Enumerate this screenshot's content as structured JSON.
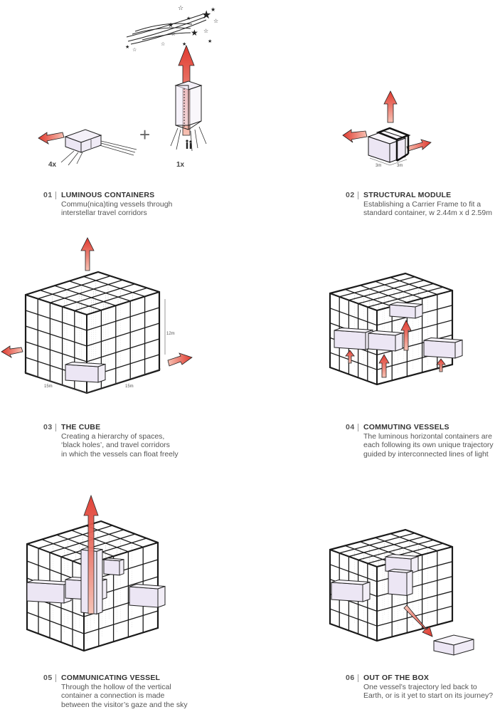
{
  "panels": [
    {
      "num": "01",
      "title": "LUMINOUS CONTAINERS",
      "desc_lines": [
        "Commu(nica)ting vessels through",
        "interstellar travel corridors"
      ]
    },
    {
      "num": "02",
      "title": "STRUCTURAL MODULE",
      "desc_lines": [
        "Establishing a Carrier Frame to fit a",
        "standard container, w 2.44m x d 2.59m"
      ]
    },
    {
      "num": "03",
      "title": "THE CUBE",
      "desc_lines": [
        "Creating a hierarchy of spaces,",
        "‘black holes’, and travel corridors",
        "in which the vessels can float freely"
      ]
    },
    {
      "num": "04",
      "title": "COMMUTING VESSELS",
      "desc_lines": [
        "The luminous horizontal containers are",
        "each following its own unique trajectory",
        "guided by interconnected lines of light"
      ]
    },
    {
      "num": "05",
      "title": "COMMUNICATING VESSEL",
      "desc_lines": [
        "Through the hollow of the vertical",
        "container a connection is made",
        "between the visitor’s gaze and the sky"
      ]
    },
    {
      "num": "06",
      "title": "OUT OF THE BOX",
      "desc_lines": [
        "One vessel’s trajectory led back to",
        "Earth, or is it yet to start on its journey?"
      ]
    }
  ],
  "multipliers": {
    "horizontal": "4x",
    "vertical": "1x"
  },
  "plus_sign": "+",
  "dimensions": {
    "module_a": "3m",
    "module_b": "3m",
    "cube_height": "12m",
    "cube_width_left": "15m",
    "cube_width_right": "15m"
  },
  "colors": {
    "line": "#1a1a1a",
    "grid_light": "#9a9a9a",
    "container_fill": "#ece6f4",
    "arrow_red": "#e23a2f",
    "arrow_light": "#f7b7a8",
    "text": "#444444"
  }
}
